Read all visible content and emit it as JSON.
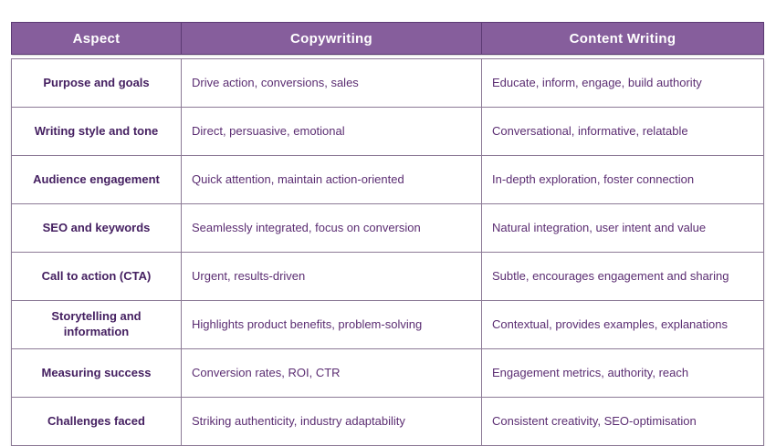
{
  "table": {
    "columns": [
      {
        "label": "Aspect"
      },
      {
        "label": "Copywriting"
      },
      {
        "label": "Content Writing"
      }
    ],
    "rows": [
      {
        "aspect": "Purpose and goals",
        "copywriting": "Drive action, conversions, sales",
        "content_writing": "Educate, inform, engage, build authority"
      },
      {
        "aspect": "Writing style and tone",
        "copywriting": "Direct, persuasive, emotional",
        "content_writing": "Conversational, informative, relatable"
      },
      {
        "aspect": "Audience engagement",
        "copywriting": "Quick attention, maintain action-oriented",
        "content_writing": "In-depth exploration, foster connection"
      },
      {
        "aspect": "SEO and keywords",
        "copywriting": "Seamlessly integrated, focus on conversion",
        "content_writing": "Natural integration, user intent and value"
      },
      {
        "aspect": "Call to action (CTA)",
        "copywriting": "Urgent, results-driven",
        "content_writing": "Subtle, encourages engagement and sharing"
      },
      {
        "aspect": "Storytelling and information",
        "copywriting": "Highlights product benefits, problem-solving",
        "content_writing": "Contextual, provides examples, explanations"
      },
      {
        "aspect": "Measuring success",
        "copywriting": "Conversion rates, ROI, CTR",
        "content_writing": "Engagement metrics, authority, reach"
      },
      {
        "aspect": "Challenges faced",
        "copywriting": "Striking authenticity, industry adaptability",
        "content_writing": "Consistent creativity, SEO-optimisation"
      }
    ]
  },
  "colors": {
    "header_bg": "#865E9C",
    "header_border": "#5C3A74",
    "header_text": "#FFFFFF",
    "grid_border": "#8C7A96",
    "value_text": "#5B2D72",
    "label_text": "#452061",
    "page_bg": "#FFFFFF"
  }
}
